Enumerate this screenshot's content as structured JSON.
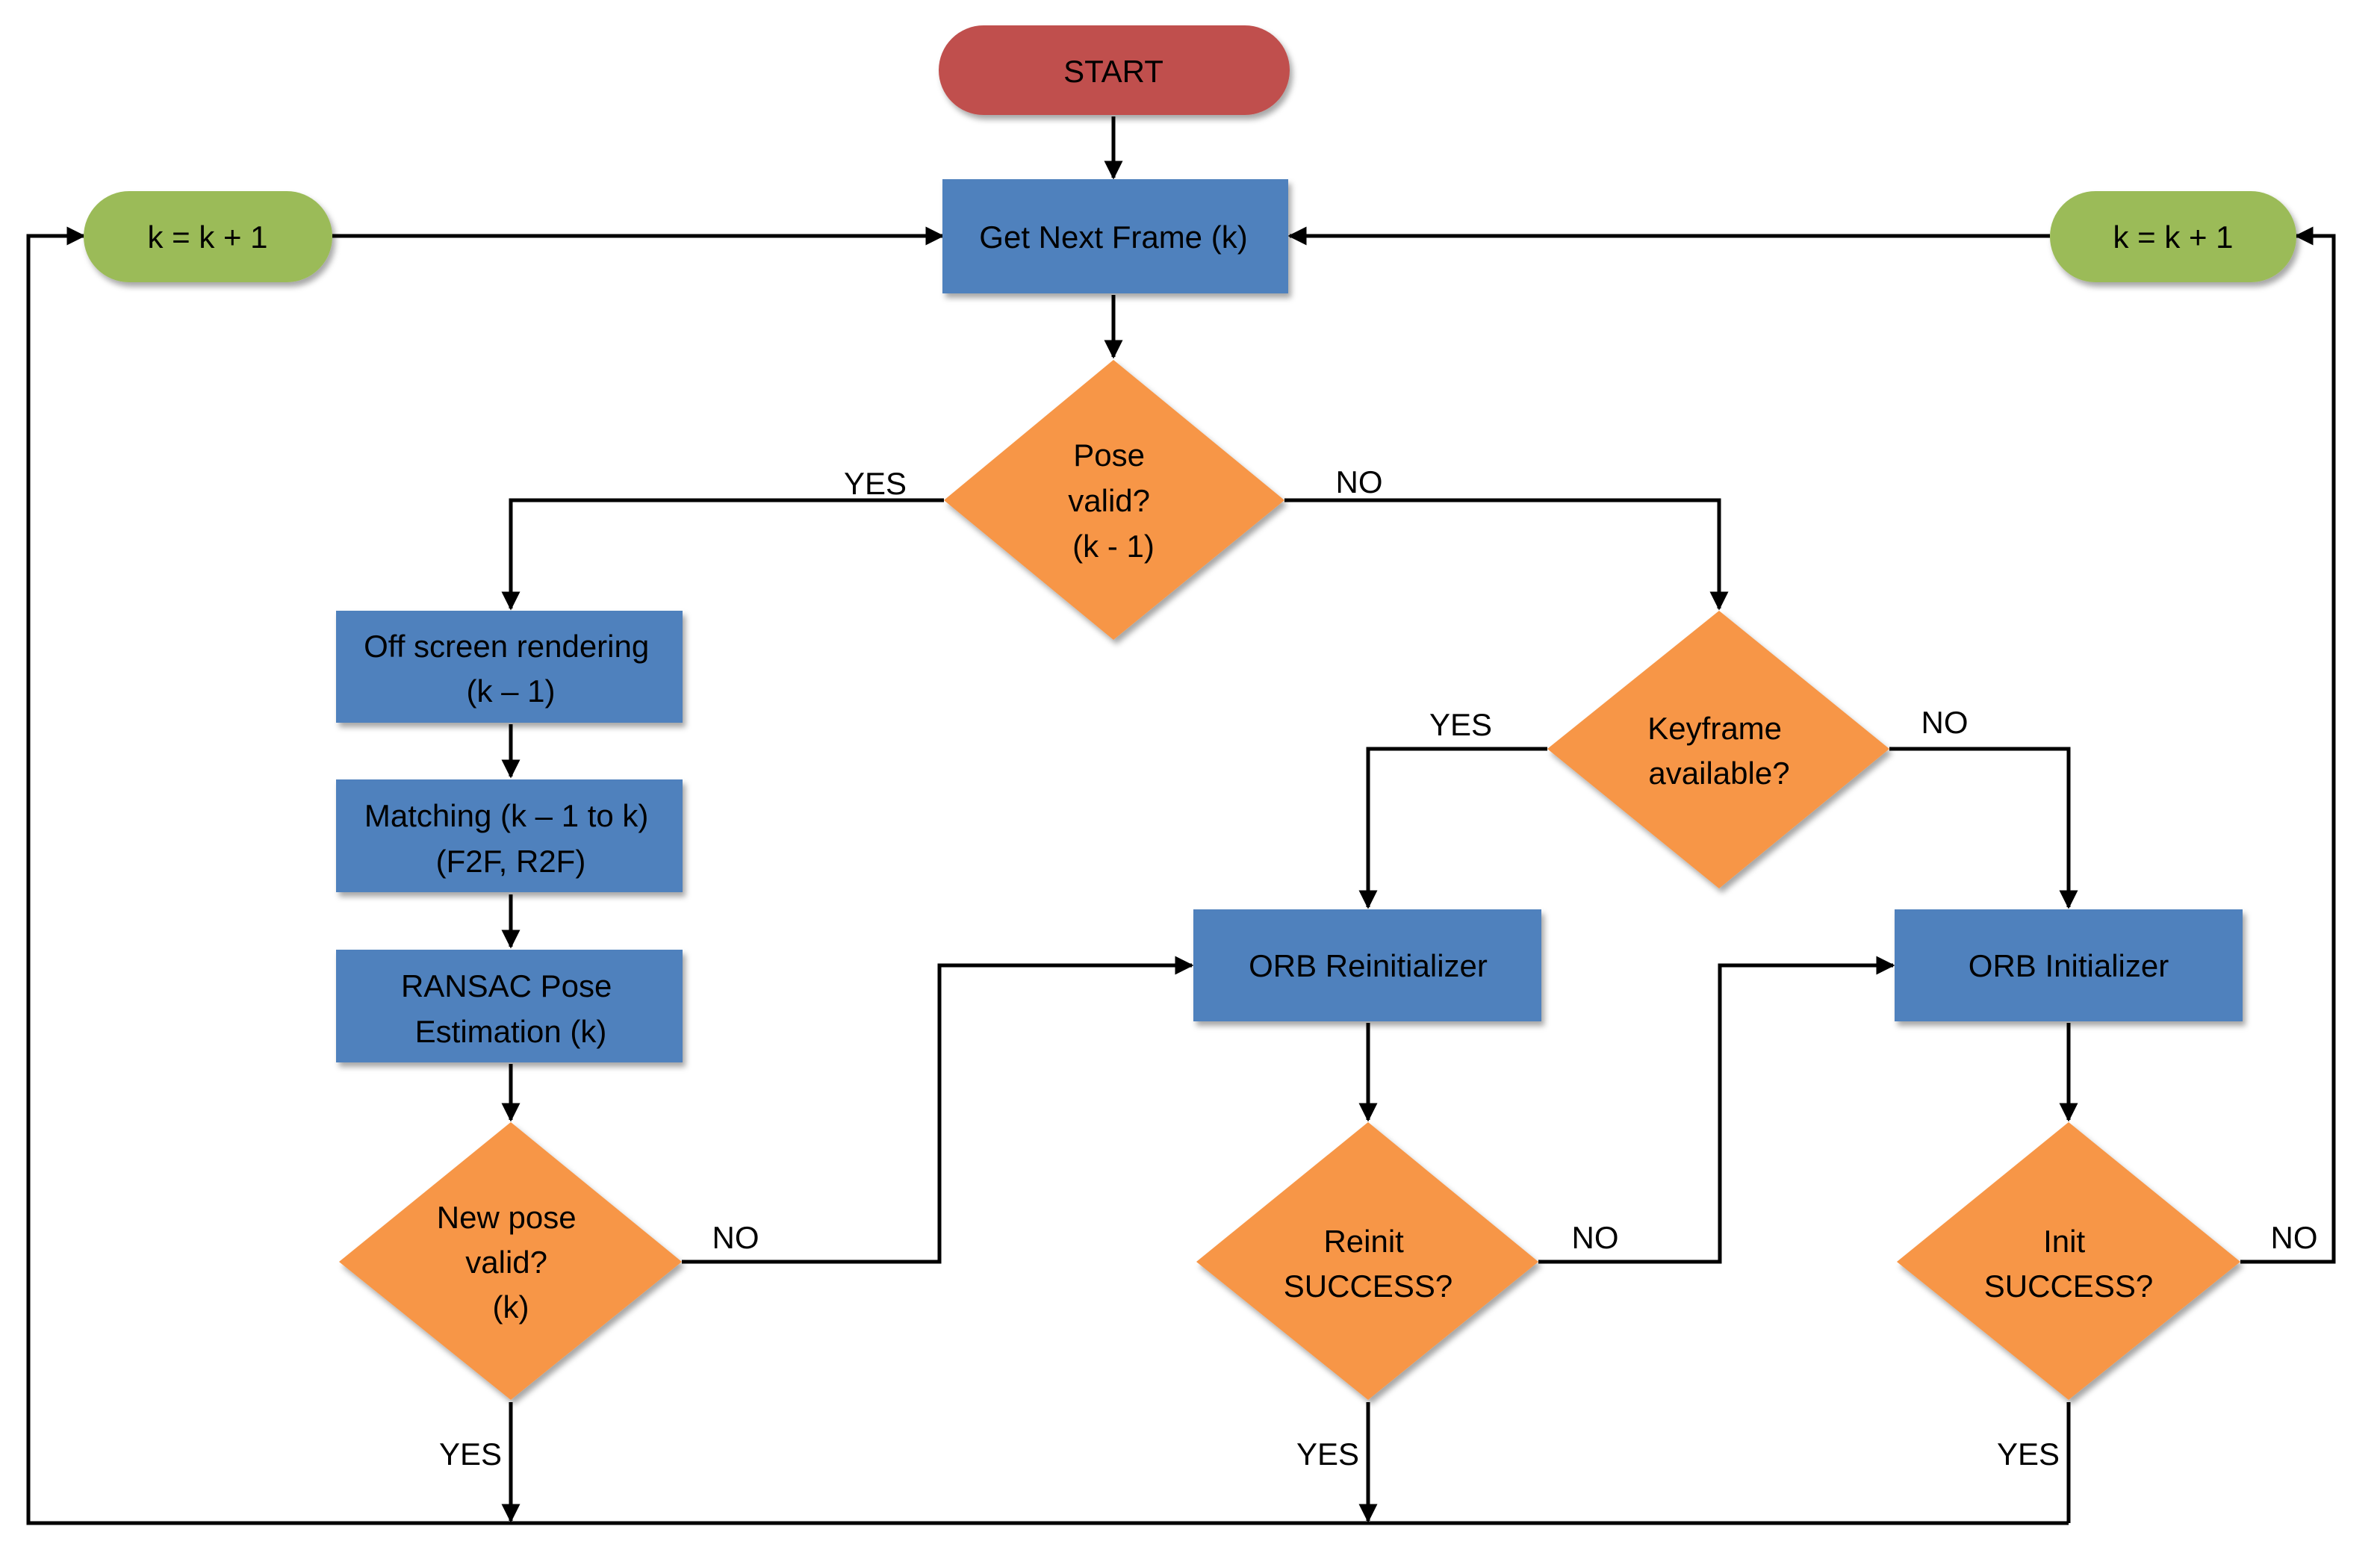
{
  "colors": {
    "terminal": "#C0504D",
    "counter": "#9BBB59",
    "process": "#4F81BD",
    "decision": "#F79646",
    "line": "#000000"
  },
  "nodes": {
    "start": "START",
    "get_next_frame": "Get Next Frame (k)",
    "counter_left": "k = k + 1",
    "counter_right": "k = k + 1",
    "pose_valid": [
      "Pose",
      "valid?",
      "(k - 1)"
    ],
    "offscreen": [
      "Off screen rendering",
      "(k – 1)"
    ],
    "matching": [
      "Matching (k – 1 to k)",
      "(F2F, R2F)"
    ],
    "ransac": [
      "RANSAC Pose",
      "Estimation (k)"
    ],
    "new_pose_valid": [
      "New pose",
      "valid?",
      "(k)"
    ],
    "keyframe": [
      "Keyframe",
      "available?"
    ],
    "orb_reinit": "ORB Reinitializer",
    "orb_init": "ORB Initializer",
    "reinit_success": [
      "Reinit",
      "SUCCESS?"
    ],
    "init_success": [
      "Init",
      "SUCCESS?"
    ]
  },
  "edge_labels": {
    "pose_yes": "YES",
    "pose_no": "NO",
    "keyframe_yes": "YES",
    "keyframe_no": "NO",
    "newpose_no": "NO",
    "newpose_yes": "YES",
    "reinit_no": "NO",
    "reinit_yes": "YES",
    "init_no": "NO",
    "init_yes": "YES"
  }
}
